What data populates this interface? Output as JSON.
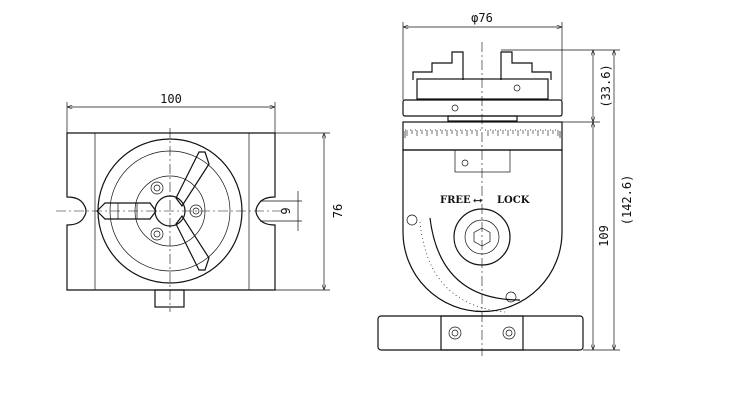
{
  "drawing": {
    "top_view": {
      "width_dim": "100",
      "height_dim": "76",
      "slot_dim": "9"
    },
    "side_view": {
      "chuck_dia_dim": "φ76",
      "chuck_height_dim": "(33.6)",
      "overall_height_dim": "(142.6)",
      "body_height_dim": "109",
      "lock_label_free": "FREE",
      "lock_label_lock": "LOCK"
    }
  }
}
